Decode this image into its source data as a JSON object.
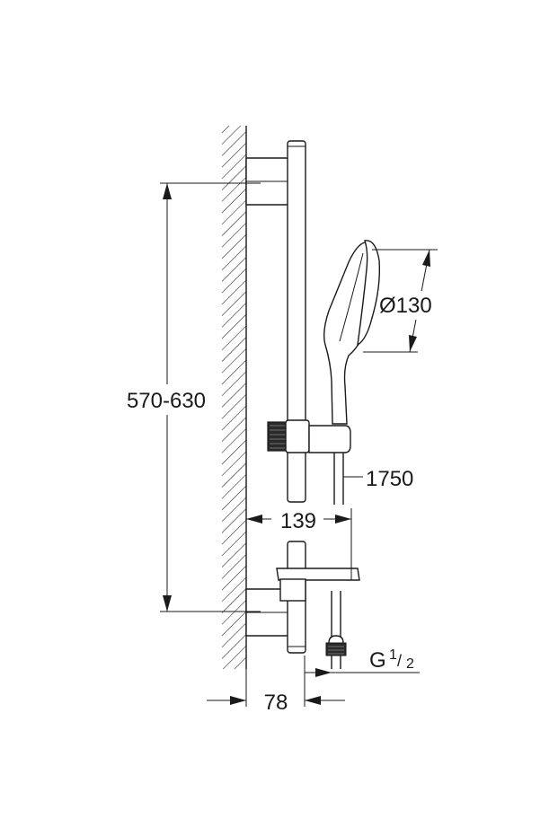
{
  "dimensions": {
    "bar_spacing": "570-630",
    "head_diameter": "Ø130",
    "hose_length": "1750",
    "wall_to_handset": "139",
    "wall_to_bar": "78",
    "thread": {
      "letter": "G",
      "fraction_numerator": "1",
      "fraction_denominator": "2"
    }
  },
  "colors": {
    "line": "#1a1a1a",
    "background": "#ffffff"
  }
}
